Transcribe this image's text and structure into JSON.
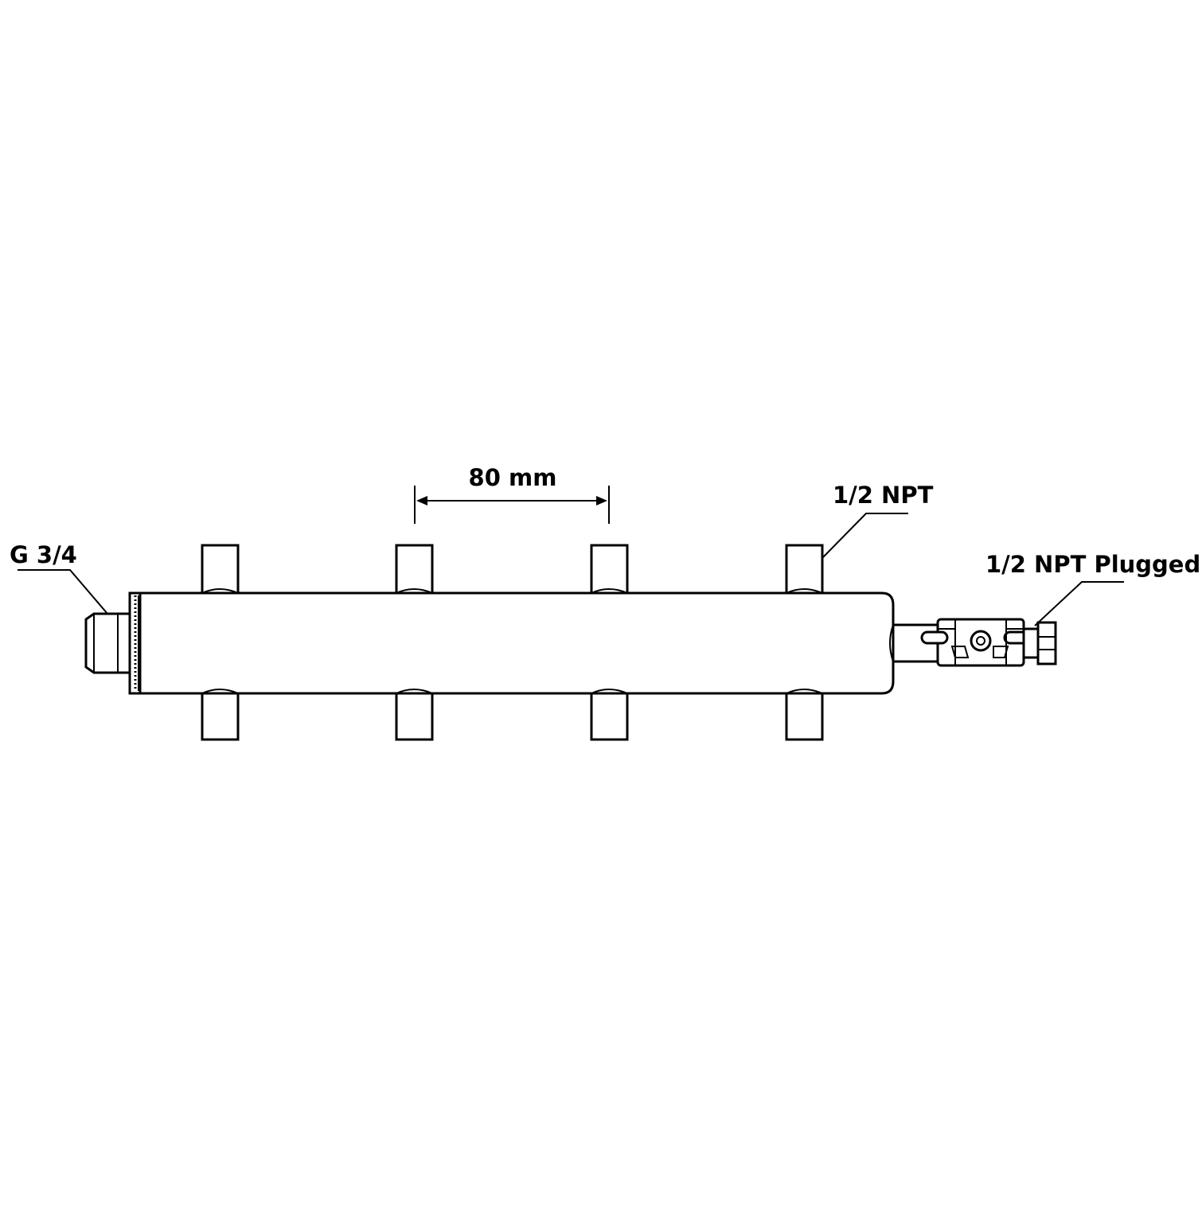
{
  "diagram": {
    "labels": {
      "inlet": "G 3/4",
      "outlet_thread": "1/2 NPT",
      "end_plug": "1/2 NPT Plugged",
      "spacing": "80 mm"
    },
    "ports": {
      "top_count": 4,
      "bottom_count": 4
    },
    "colors": {
      "line": "#000000",
      "background": "#ffffff"
    }
  }
}
